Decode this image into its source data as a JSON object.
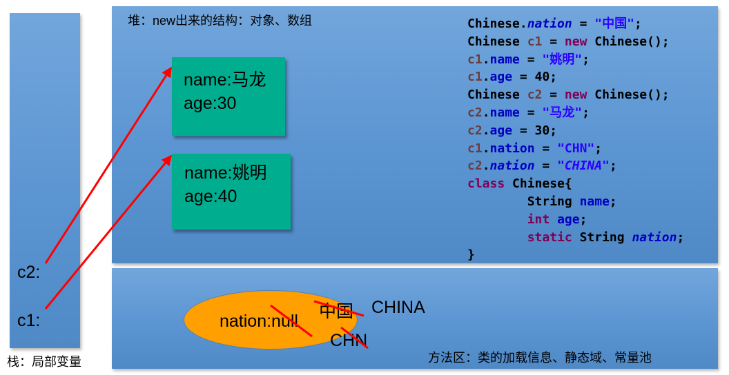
{
  "stack": {
    "caption": "栈：局部变量",
    "vars": [
      {
        "label": "c2:"
      },
      {
        "label": "c1:"
      }
    ]
  },
  "heap": {
    "caption": "堆：new出来的结构：对象、数组",
    "objects": [
      {
        "name": "name:马龙",
        "age": "age:30"
      },
      {
        "name": "name:姚明",
        "age": "age:40"
      }
    ]
  },
  "method_area": {
    "caption": "方法区：类的加载信息、静态域、常量池",
    "static_field": "nation:null",
    "value_1": "中国",
    "value_2": "CHINA",
    "value_3": "CHN"
  },
  "code": {
    "lines": [
      [
        {
          "t": "Chinese.",
          "c": "plain"
        },
        {
          "t": "nation",
          "c": "fld it"
        },
        {
          "t": " = ",
          "c": "plain"
        },
        {
          "t": "\"中国\"",
          "c": "str"
        },
        {
          "t": ";",
          "c": "plain"
        }
      ],
      [
        {
          "t": "Chinese ",
          "c": "plain"
        },
        {
          "t": "c1",
          "c": "var"
        },
        {
          "t": " = ",
          "c": "plain"
        },
        {
          "t": "new",
          "c": "kw"
        },
        {
          "t": " Chinese();",
          "c": "plain"
        }
      ],
      [
        {
          "t": "c1",
          "c": "var"
        },
        {
          "t": ".",
          "c": "plain"
        },
        {
          "t": "name",
          "c": "fld"
        },
        {
          "t": " = ",
          "c": "plain"
        },
        {
          "t": "\"姚明\"",
          "c": "str"
        },
        {
          "t": ";",
          "c": "plain"
        }
      ],
      [
        {
          "t": "c1",
          "c": "var"
        },
        {
          "t": ".",
          "c": "plain"
        },
        {
          "t": "age",
          "c": "fld"
        },
        {
          "t": " = 40;",
          "c": "plain"
        }
      ],
      [
        {
          "t": "Chinese ",
          "c": "plain"
        },
        {
          "t": "c2",
          "c": "var"
        },
        {
          "t": " = ",
          "c": "plain"
        },
        {
          "t": "new",
          "c": "kw"
        },
        {
          "t": " Chinese();",
          "c": "plain"
        }
      ],
      [
        {
          "t": "c2",
          "c": "var"
        },
        {
          "t": ".",
          "c": "plain"
        },
        {
          "t": "name",
          "c": "fld"
        },
        {
          "t": " = ",
          "c": "plain"
        },
        {
          "t": "\"马龙\"",
          "c": "str"
        },
        {
          "t": ";",
          "c": "plain"
        }
      ],
      [
        {
          "t": "c2",
          "c": "var"
        },
        {
          "t": ".",
          "c": "plain"
        },
        {
          "t": "age",
          "c": "fld"
        },
        {
          "t": " = 30;",
          "c": "plain"
        }
      ],
      [
        {
          "t": "c1",
          "c": "var"
        },
        {
          "t": ".",
          "c": "plain"
        },
        {
          "t": "nation",
          "c": "fld"
        },
        {
          "t": " = ",
          "c": "plain"
        },
        {
          "t": "\"CHN\"",
          "c": "str"
        },
        {
          "t": ";",
          "c": "plain"
        }
      ],
      [
        {
          "t": "c2",
          "c": "var"
        },
        {
          "t": ".",
          "c": "plain"
        },
        {
          "t": "nation",
          "c": "fld it"
        },
        {
          "t": " = ",
          "c": "plain"
        },
        {
          "t": "\"CHINA\"",
          "c": "str it"
        },
        {
          "t": ";",
          "c": "plain"
        }
      ],
      [
        {
          "t": "class",
          "c": "kw"
        },
        {
          "t": " Chinese{",
          "c": "plain"
        }
      ],
      [
        {
          "t": "        String ",
          "c": "plain"
        },
        {
          "t": "name",
          "c": "fld"
        },
        {
          "t": ";",
          "c": "plain"
        }
      ],
      [
        {
          "t": "        ",
          "c": "plain"
        },
        {
          "t": "int",
          "c": "kw"
        },
        {
          "t": " ",
          "c": "plain"
        },
        {
          "t": "age",
          "c": "fld"
        },
        {
          "t": ";",
          "c": "plain"
        }
      ],
      [
        {
          "t": "        ",
          "c": "plain"
        },
        {
          "t": "static",
          "c": "kw"
        },
        {
          "t": " String ",
          "c": "plain"
        },
        {
          "t": "nation",
          "c": "fld it"
        },
        {
          "t": ";",
          "c": "plain"
        }
      ],
      [
        {
          "t": "}",
          "c": "plain"
        }
      ]
    ]
  },
  "colors": {
    "panel": "#5b95d2",
    "object_box": "#00ad8f",
    "oval": "#ff9f00",
    "arrow": "#ff0000"
  }
}
